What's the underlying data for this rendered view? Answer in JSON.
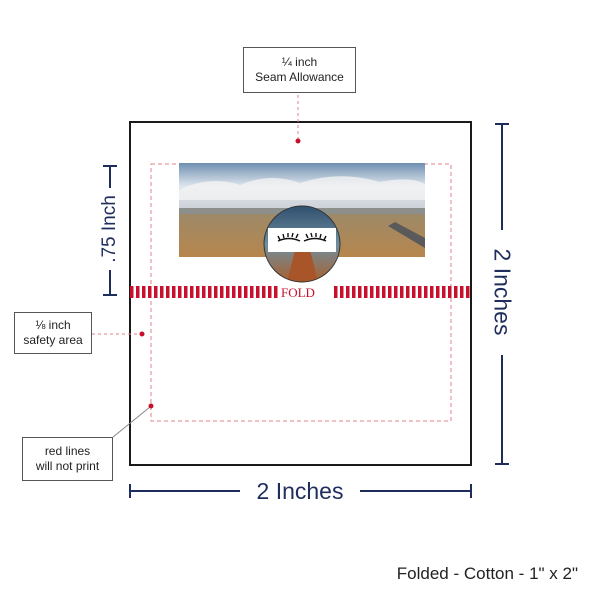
{
  "labels": {
    "seam_allowance_line1": "¼ inch",
    "seam_allowance_line2": "Seam Allowance",
    "safety_area_line1": "⅛ inch",
    "safety_area_line2": "safety area",
    "red_lines_line1": "red lines",
    "red_lines_line2": "will not print",
    "fold": "FOLD"
  },
  "dimensions": {
    "left_height": ".75 Inch",
    "right_height": "2 Inches",
    "bottom_width": "2 Inches"
  },
  "footer": "Folded - Cotton - 1\" x 2\"",
  "colors": {
    "outline": "#1a1a1a",
    "dimension": "#1f2d5c",
    "fold_stripe": "#c8102e",
    "dashed_guide": "#e0808a",
    "marker_dot": "#c8102e"
  },
  "artwork": {
    "description_icon": "eyelashes-icon"
  }
}
